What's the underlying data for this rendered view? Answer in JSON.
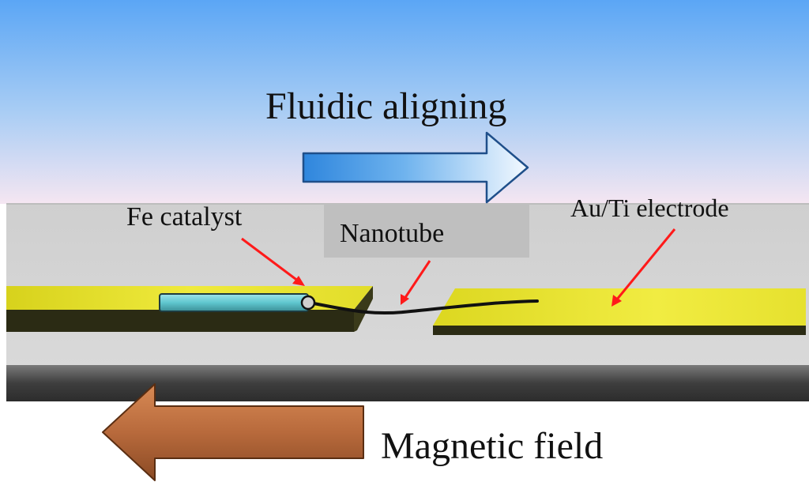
{
  "labels": {
    "fluidic_aligning": "Fluidic aligning",
    "magnetic_field": "Magnetic field",
    "fe_catalyst": "Fe catalyst",
    "nanotube": "Nanotube",
    "electrode": "Au/Ti electrode"
  },
  "colors": {
    "sky_top": "#5ba6f5",
    "sky_bottom": "#f5e6f2",
    "substrate": "#d4d4d4",
    "base_dark": "#4a4a4a",
    "electrode_yellow": "#e8e32a",
    "catalyst_cyan": "#5fc7cf",
    "fluidic_arrow": "#3d8fe0",
    "magnetic_arrow": "#b86a3c",
    "pointer_red": "#ff1a1a",
    "nanotube_black": "#111111"
  },
  "icons": {
    "fluidic_arrow": "arrow-right-icon",
    "magnetic_arrow": "arrow-left-icon"
  }
}
